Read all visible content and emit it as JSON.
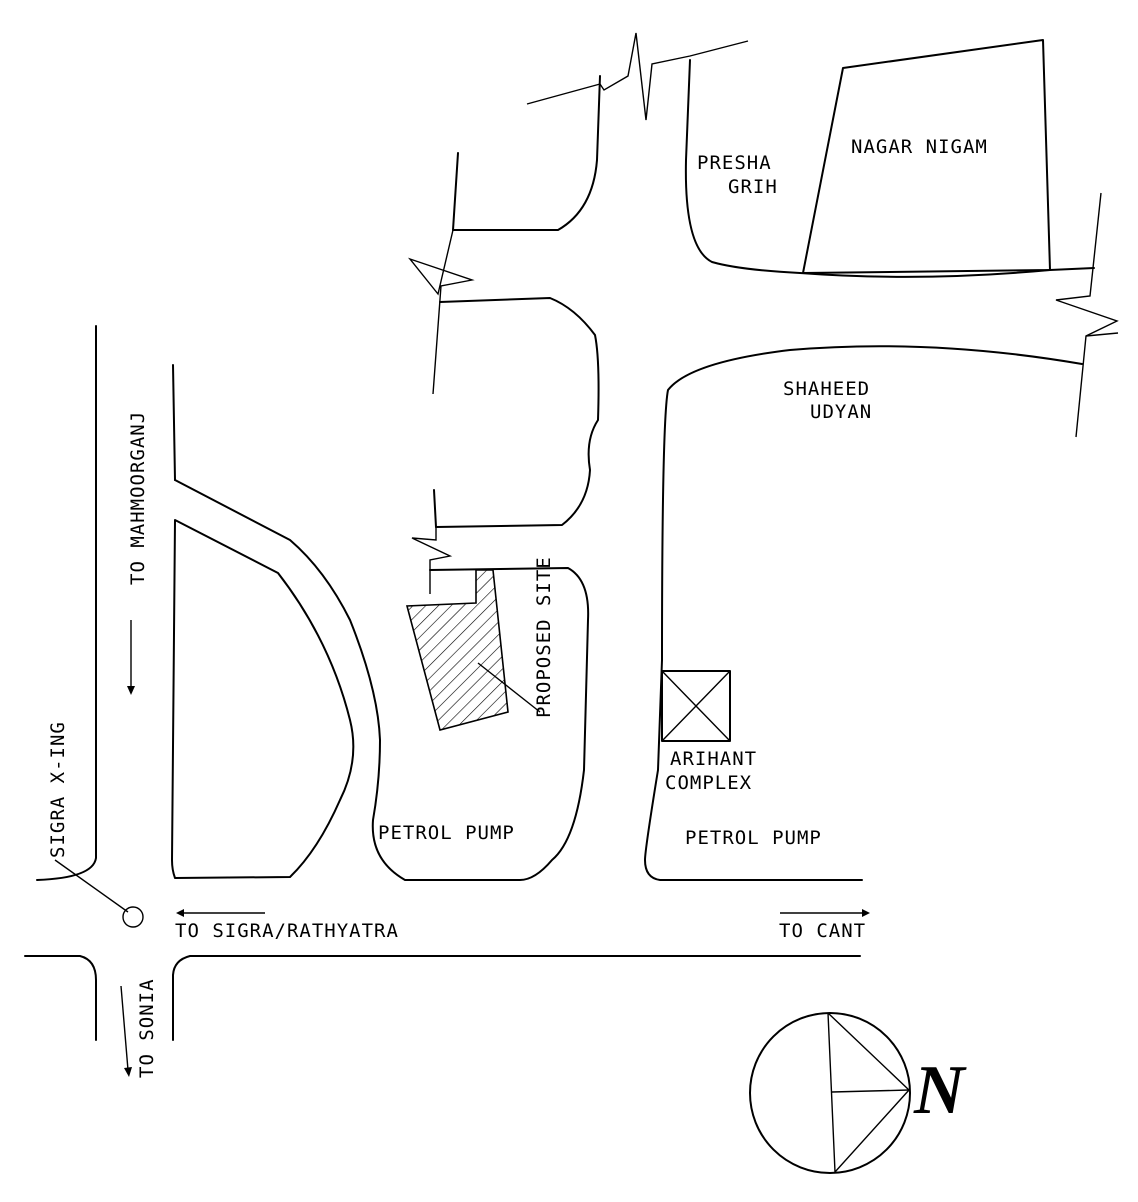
{
  "labels": {
    "presha_line1": "PRESHA",
    "presha_line2": "GRIH",
    "nagar_nigam": "NAGAR NIGAM",
    "shaheed_line1": "SHAHEED",
    "shaheed_line2": "UDYAN",
    "to_mahmoorganj": "TO MAHMOORGANJ",
    "proposed_site": "PROPOSED SITE",
    "arihant_line1": "ARIHANT",
    "arihant_line2": "COMPLEX",
    "petrol_pump_left": "PETROL PUMP",
    "petrol_pump_right": "PETROL PUMP",
    "sigra_xing": "SIGRA X-ING",
    "to_sigra_rathyatra": "TO SIGRA/RATHYATRA",
    "to_cant": "TO CANT",
    "to_sonia": "TO SONIA",
    "north": "N"
  },
  "colors": {
    "ink": "#000000",
    "background": "#ffffff"
  }
}
